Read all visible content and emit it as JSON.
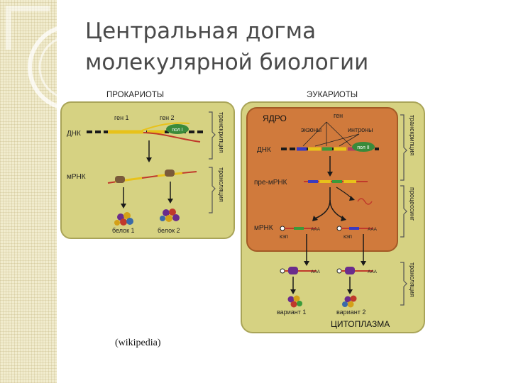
{
  "slide": {
    "title_line1": "Центральная догма",
    "title_line2": "молекулярной биологии",
    "caption": "(wikipedia)"
  },
  "prokaryotes": {
    "heading": "ПРОКАРИОТЫ",
    "gene1": "ген 1",
    "gene2": "ген 2",
    "dna": "ДНК",
    "polymerase": "пол I",
    "mrna": "мРНК",
    "transcription": "транскрипция",
    "translation": "трансляция",
    "protein1": "белок 1",
    "protein2": "белок 2"
  },
  "eukaryotes": {
    "heading": "ЭУКАРИОТЫ",
    "nucleus": "ЯДРО",
    "gene": "ген",
    "exons": "экзоны",
    "introns": "интроны",
    "dna": "ДНК",
    "polymerase": "пол II",
    "pre_mrna": "пре-мРНК",
    "mrna": "мРНК",
    "cap": "кэп",
    "poly_a": "ААА",
    "transcription": "транскрипция",
    "processing": "процессинг",
    "translation": "трансляция",
    "variant1": "вариант 1",
    "variant2": "вариант 2",
    "cytoplasm": "ЦИТОПЛАЗМА"
  },
  "colors": {
    "cell_fill": "#d6d282",
    "nucleus_fill": "#d07a3c",
    "dna_strand": "#1a1a1a",
    "gene_yellow": "#e8c21a",
    "rna_red": "#c0392b",
    "protein_purple": "#6a2c8c"
  }
}
